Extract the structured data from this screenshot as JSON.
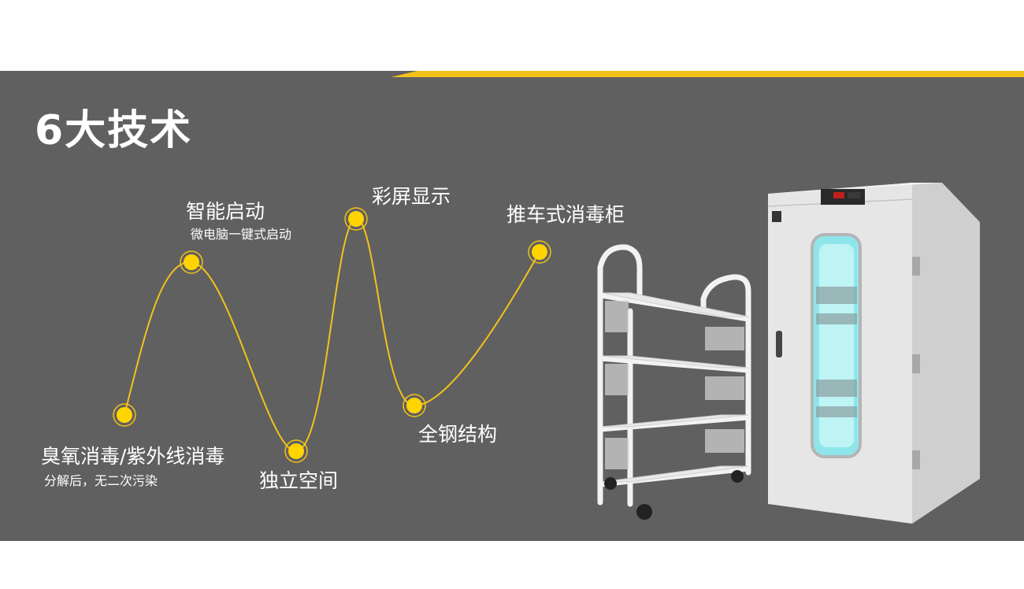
{
  "title": "6大技术",
  "colors": {
    "band": "#606060",
    "accent": "#f2c21b",
    "dot": "#ffd400"
  },
  "features": [
    {
      "label": "臭氧消毒/紫外线消毒",
      "sub": "分解后，无二次污染"
    },
    {
      "label": "智能启动",
      "sub": "微电脑一键式启动"
    },
    {
      "label": "独立空间",
      "sub": ""
    },
    {
      "label": "彩屏显示",
      "sub": ""
    },
    {
      "label": "全钢结构",
      "sub": ""
    },
    {
      "label": "推车式消毒柜",
      "sub": ""
    }
  ]
}
